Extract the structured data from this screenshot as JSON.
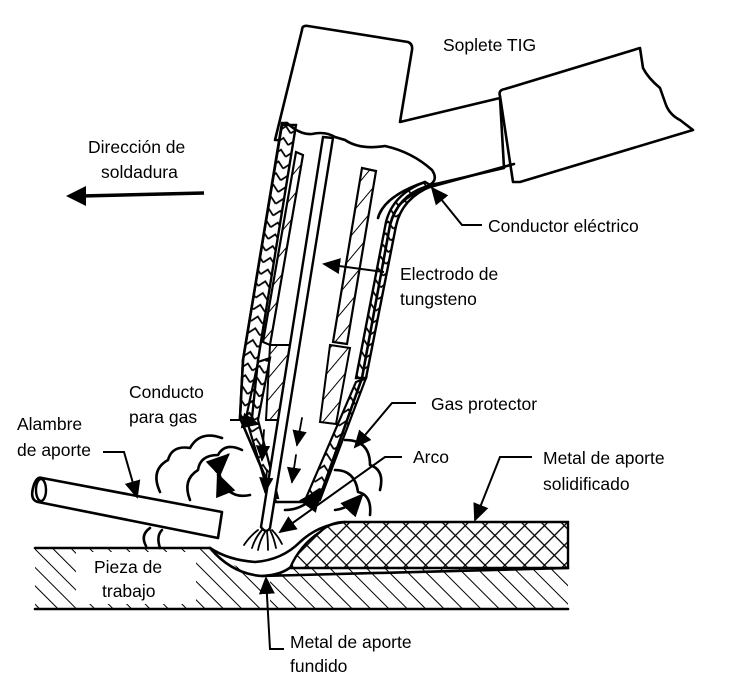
{
  "diagram": {
    "title": "Soplete TIG",
    "labels": {
      "torch": "Soplete TIG",
      "direction_line1": "Dirección de",
      "direction_line2": "soldadura",
      "conductor": "Conductor eléctrico",
      "electrode_line1": "Electrodo de",
      "electrode_line2": "tungsteno",
      "gas_duct_line1": "Conducto",
      "gas_duct_line2": "para gas",
      "shield_gas": "Gas protector",
      "filler_wire_line1": "Alambre",
      "filler_wire_line2": "de aporte",
      "arc": "Arco",
      "solid_filler_line1": "Metal de aporte",
      "solid_filler_line2": "solidificado",
      "workpiece_line1": "Pieza de",
      "workpiece_line2": "trabajo",
      "molten_filler_line1": "Metal de aporte",
      "molten_filler_line2": "fundido"
    },
    "colors": {
      "ink": "#000000",
      "paper": "#ffffff"
    }
  }
}
